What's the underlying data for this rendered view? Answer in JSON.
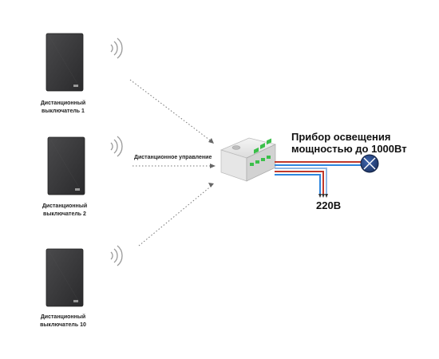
{
  "switches": [
    {
      "line1": "Дистанционный",
      "line2": "выключатель 1"
    },
    {
      "line1": "Дистанционный",
      "line2": "выключатель 2"
    },
    {
      "line1": "Дистанционный",
      "line2": "выключатель 10"
    }
  ],
  "remote_control_label": "Дистанционное управление",
  "lamp_label": {
    "line1": "Прибор освещения",
    "line2": "мощностью до 1000Вт"
  },
  "voltage_label": "220В",
  "colors": {
    "switch_body": "#3a3a3c",
    "wire_brown": "#c0392b",
    "wire_blue": "#2e86de",
    "wire_light": "#8fb7e6",
    "lamp_fill": "#1f3b6e",
    "led_green": "#3bbf4a"
  },
  "icons": [
    "wifi-signal-icon",
    "lamp-icon",
    "relay-module-icon"
  ]
}
